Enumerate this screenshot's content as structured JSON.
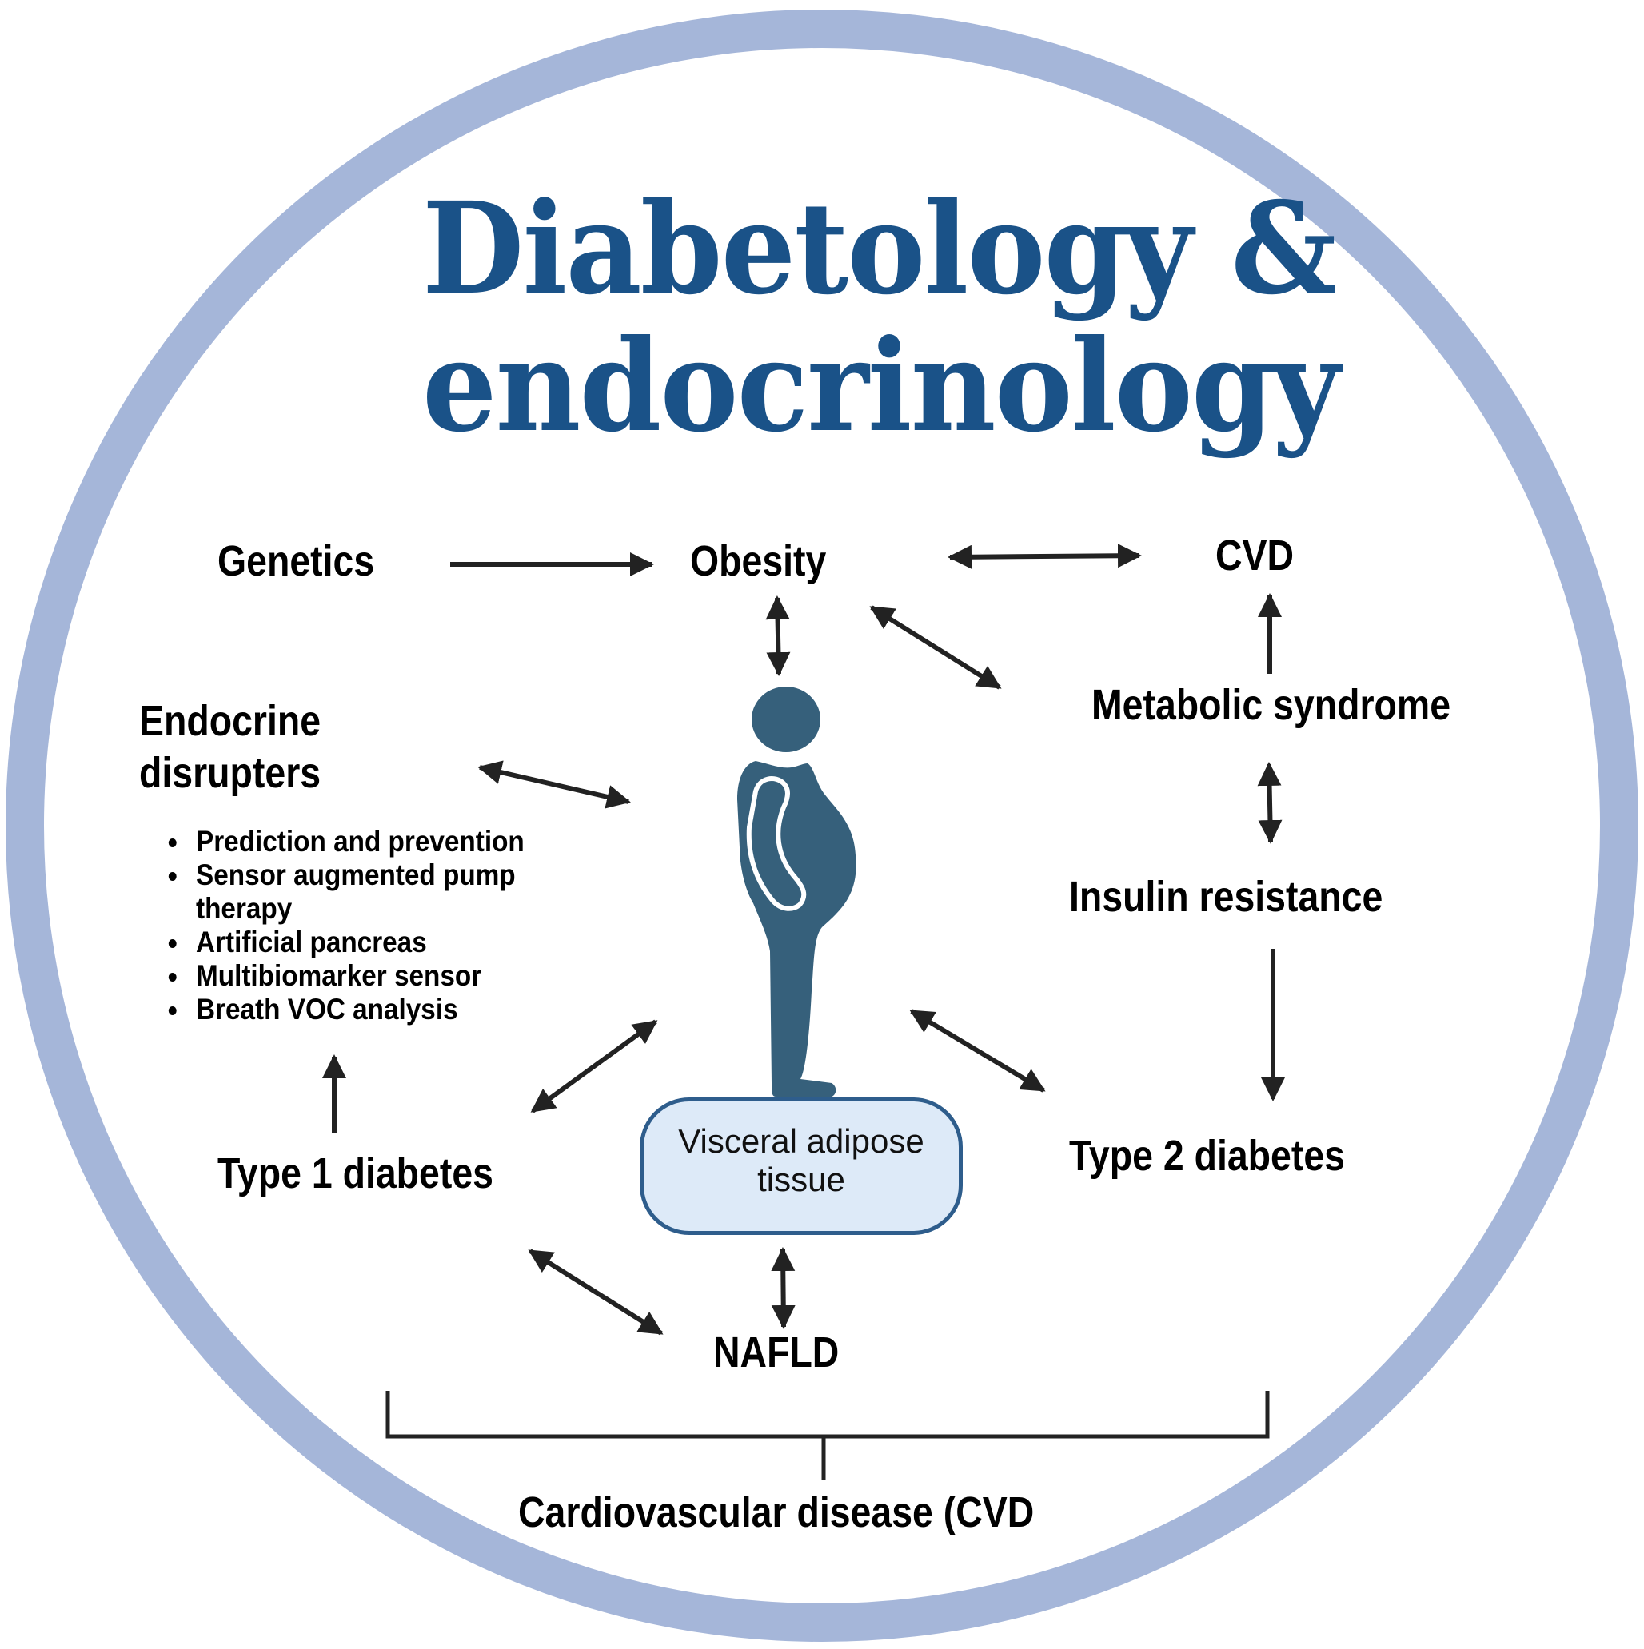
{
  "title": {
    "line1": "Diabetology &",
    "line2": "endocrinology",
    "color": "#1a5288"
  },
  "ring": {
    "color": "#a5b6d9"
  },
  "nodes": {
    "genetics": "Genetics",
    "obesity": "Obesity",
    "cvd_top": "CVD",
    "endocrine_line1": "Endocrine",
    "endocrine_line2": "disrupters",
    "metabolic_syndrome": "Metabolic syndrome",
    "insulin_resistance": "Insulin resistance",
    "type1": "Type 1 diabetes",
    "type2": "Type 2 diabetes",
    "nafld": "NAFLD",
    "cvd_full": "Cardiovascular disease (CVD"
  },
  "bullets": [
    "Prediction and prevention",
    "Sensor augmented pump",
    "therapy",
    "Artificial pancreas",
    "Multibiomarker sensor",
    "Breath VOC analysis"
  ],
  "center": {
    "figure_icon": "obese-person-icon",
    "figure_color": "#36607b",
    "box_line1": "Visceral adipose",
    "box_line2": "tissue",
    "box_fill": "#ddeaf8",
    "box_border": "#2e5d8c"
  },
  "arrows": [
    {
      "from": "Genetics",
      "to": "Obesity",
      "type": "one-way"
    },
    {
      "from": "Obesity",
      "to": "CVD",
      "type": "two-way"
    },
    {
      "from": "Obesity",
      "to": "Person figure",
      "type": "two-way"
    },
    {
      "from": "Obesity",
      "to": "Metabolic syndrome",
      "type": "two-way"
    },
    {
      "from": "Metabolic syndrome",
      "to": "CVD",
      "type": "one-way"
    },
    {
      "from": "Metabolic syndrome",
      "to": "Insulin resistance",
      "type": "two-way"
    },
    {
      "from": "Insulin resistance",
      "to": "Type 2 diabetes",
      "type": "one-way"
    },
    {
      "from": "Endocrine disrupters",
      "to": "Person figure",
      "type": "two-way"
    },
    {
      "from": "Type 1 diabetes",
      "to": "Endocrine disrupters",
      "type": "one-way"
    },
    {
      "from": "Type 1 diabetes",
      "to": "Person figure",
      "type": "two-way"
    },
    {
      "from": "Person figure",
      "to": "Type 2 diabetes",
      "type": "two-way"
    },
    {
      "from": "Type 1 diabetes",
      "to": "NAFLD",
      "type": "two-way"
    },
    {
      "from": "Visceral adipose tissue",
      "to": "NAFLD",
      "type": "two-way"
    }
  ],
  "arrow_color": "#222222"
}
